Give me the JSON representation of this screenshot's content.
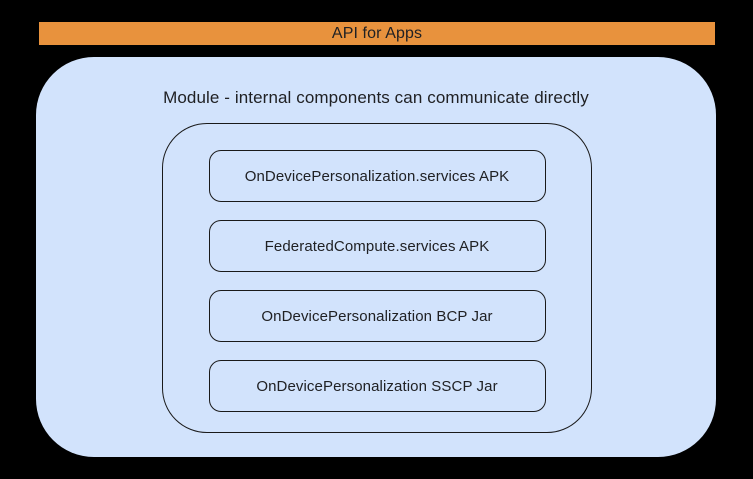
{
  "banner": {
    "label": "API for Apps"
  },
  "module": {
    "title": "Module - internal components can communicate directly",
    "components": [
      {
        "label": "OnDevicePersonalization.services APK"
      },
      {
        "label": "FederatedCompute.services APK"
      },
      {
        "label": "OnDevicePersonalization BCP Jar"
      },
      {
        "label": "OnDevicePersonalization SSCP Jar"
      }
    ]
  },
  "colors": {
    "background": "#000000",
    "banner_fill": "#E8923D",
    "module_fill": "#D2E3FC",
    "text": "#202124",
    "outline": "#1a1a1a"
  }
}
